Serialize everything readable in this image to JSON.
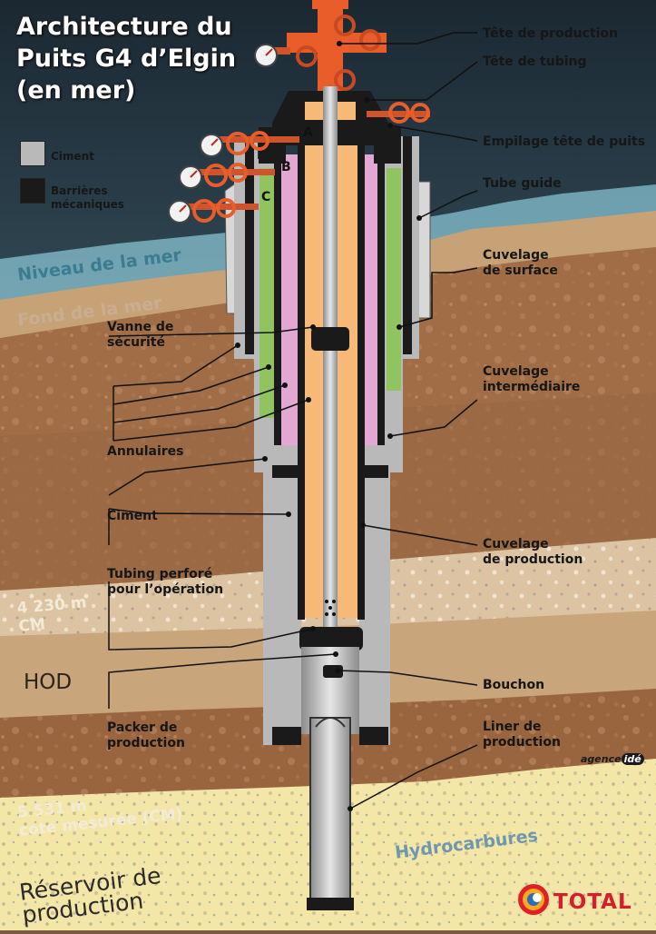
{
  "title": {
    "line1": "Architecture du",
    "line2": "Puits G4 d’Elgin",
    "line3": "(en mer)"
  },
  "legend": {
    "ciment": "Ciment",
    "barrieres_1": "Barrières",
    "barrieres_2": "mécaniques",
    "ciment_color": "#b9b9b9",
    "barrieres_color": "#1a1a1a"
  },
  "annulus_markers": [
    "A",
    "B",
    "C"
  ],
  "environment": {
    "niveau_mer": "Niveau de la mer",
    "fond_mer": "Fond de la mer",
    "hod": "HOD",
    "hydrocarbures": "Hydrocarbures",
    "reservoir_1": "Réservoir de",
    "reservoir_2": "production"
  },
  "depths": {
    "d1_value": "4 230 m",
    "d1_unit": "CM",
    "d2_value": "5 531 m",
    "d2_unit": "cote mesurée (CM)"
  },
  "left_labels": {
    "vanne_1": "Vanne de",
    "vanne_2": "sécurité",
    "annulaires": "Annulaires",
    "ciment": "Ciment",
    "tubing_1": "Tubing perforé",
    "tubing_2": "pour l’opération",
    "packer_1": "Packer de",
    "packer_2": "production"
  },
  "right_labels": {
    "tete_production": "Tête de production",
    "tete_tubing": "Tête de tubing",
    "empilage": "Empilage tête de puits",
    "tube_guide": "Tube guide",
    "cuvelage_surface_1": "Cuvelage",
    "cuvelage_surface_2": "de surface",
    "cuvelage_inter_1": "Cuvelage",
    "cuvelage_inter_2": "intermédiaire",
    "cuvelage_prod_1": "Cuvelage",
    "cuvelage_prod_2": "de production",
    "bouchon": "Bouchon",
    "liner_1": "Liner de",
    "liner_2": "production"
  },
  "branding": {
    "agency_prefix": "agence",
    "agency_suffix": "idé",
    "company": "TOTAL"
  },
  "colors": {
    "annulus_a": "#f7b978",
    "annulus_b": "#e2a7d2",
    "annulus_c": "#8fc461",
    "cement": "#b9b9b9",
    "steel": "#1a1a1a",
    "wellhead": "#e85d2a",
    "sea": "#7fb0ba",
    "sky": "#1d2b36",
    "reservoir": "#f3e6a6"
  }
}
